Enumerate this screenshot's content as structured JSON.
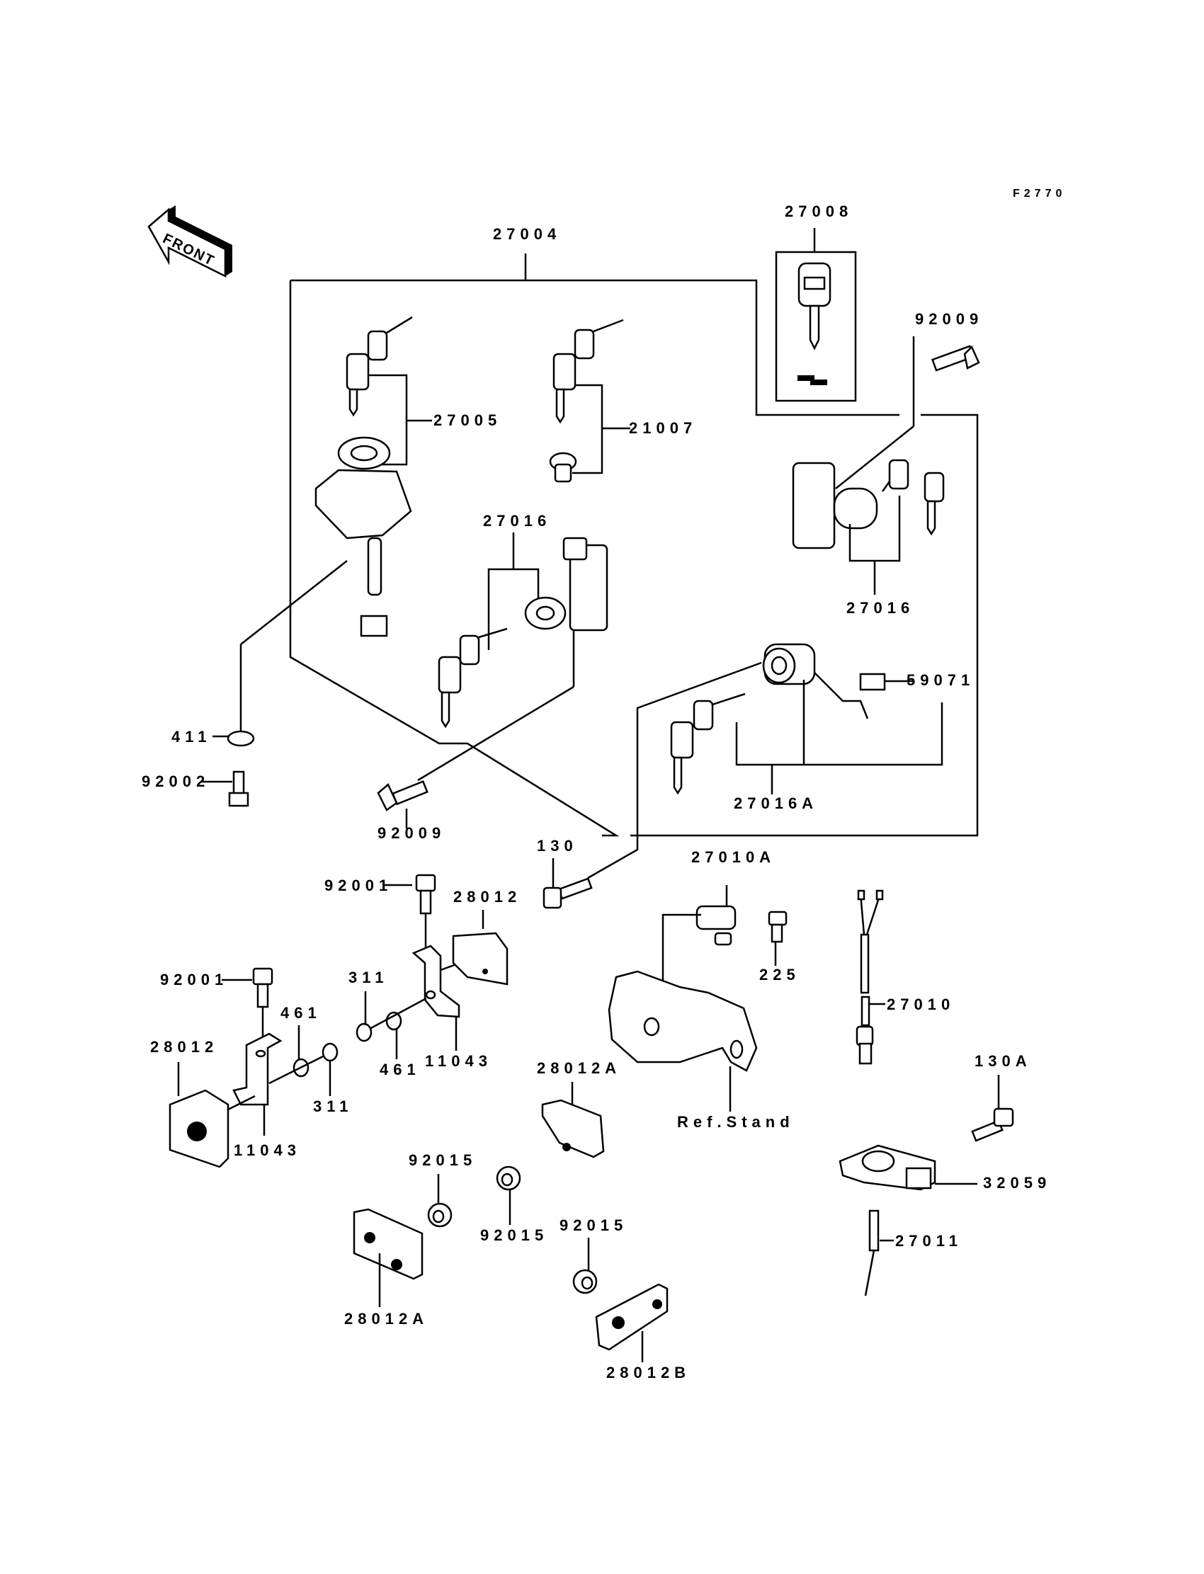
{
  "figure_code": "F2770",
  "front_indicator": {
    "label": "FRONT",
    "icon": "front-arrow-icon"
  },
  "parts": {
    "p27004": "27004",
    "p27008": "27008",
    "p92009_top": "92009",
    "p27005": "27005",
    "p21007": "21007",
    "p27016_left": "27016",
    "p27016_right": "27016",
    "p59071": "59071",
    "p27016A": "27016A",
    "p411": "411",
    "p92002": "92002",
    "p92009_bottom": "92009",
    "p130": "130",
    "p27010A": "27010A",
    "p225": "225",
    "p27010": "27010",
    "p92001_a": "92001",
    "p28012_a": "28012",
    "p311_a": "311",
    "p461_a": "461",
    "p11043_a": "11043",
    "p92001_b": "92001",
    "p461_b": "461",
    "p28012_b": "28012",
    "p311_b": "311",
    "p11043_b": "11043",
    "p28012A_a": "28012A",
    "p130A": "130A",
    "p32059": "32059",
    "ref_stand": "Ref.Stand",
    "p92015_a": "92015",
    "p92015_b": "92015",
    "p92015_c": "92015",
    "p27011": "27011",
    "p28012A_b": "28012A",
    "p28012B": "28012B"
  }
}
